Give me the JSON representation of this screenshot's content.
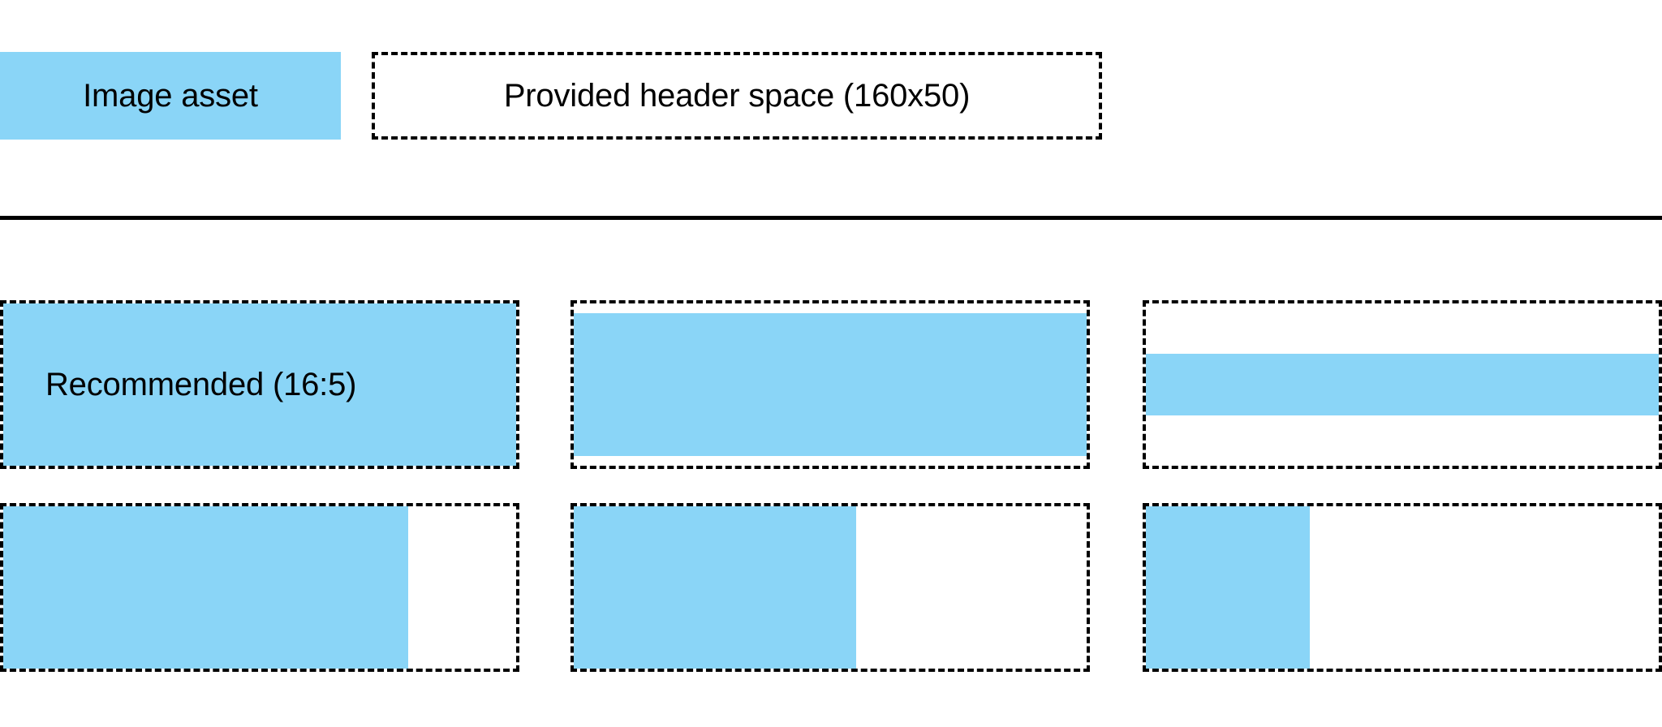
{
  "page": {
    "background_color": "#FFFFFF",
    "accent_color": "#8AD5F7",
    "outline_color": "#000000"
  },
  "legend": {
    "swatch_label": "Image asset",
    "box_label": "Provided header space (160x50)",
    "swatch_color": "#8AD5F7",
    "box_border_style": "dashed"
  },
  "divider": {
    "style": "solid",
    "color": "#000000"
  },
  "specimens": {
    "rows": [
      {
        "row_name": "row-1",
        "cells": [
          {
            "cell_name": "recommended",
            "label": "Recommended (16:5)",
            "fill_width_pct": 100,
            "fill_height_pct": 100,
            "fill_align_x": "left",
            "fill_align_y": "top"
          },
          {
            "cell_name": "inset-vertical",
            "label": "",
            "fill_width_pct": 100,
            "fill_height_pct": 88,
            "fill_align_x": "left",
            "fill_align_y": "center"
          },
          {
            "cell_name": "short-band",
            "label": "",
            "fill_width_pct": 100,
            "fill_height_pct": 38,
            "fill_align_x": "left",
            "fill_align_y": "center"
          }
        ]
      },
      {
        "row_name": "row-2",
        "cells": [
          {
            "cell_name": "width-80",
            "label": "",
            "fill_width_pct": 79,
            "fill_height_pct": 100,
            "fill_align_x": "left",
            "fill_align_y": "top"
          },
          {
            "cell_name": "width-55",
            "label": "",
            "fill_width_pct": 55,
            "fill_height_pct": 100,
            "fill_align_x": "left",
            "fill_align_y": "top"
          },
          {
            "cell_name": "width-33",
            "label": "",
            "fill_width_pct": 32,
            "fill_height_pct": 100,
            "fill_align_x": "left",
            "fill_align_y": "top"
          }
        ]
      }
    ]
  }
}
